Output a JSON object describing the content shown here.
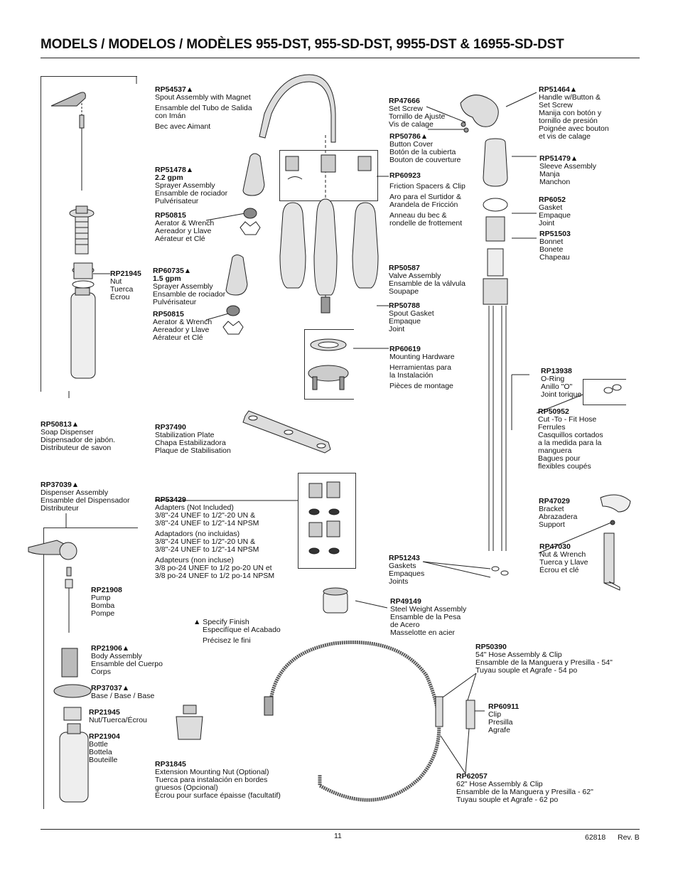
{
  "title": "MODELS / MODELOS / MODÈLES 955-DST, 955-SD-DST, 9955-DST & 16955-SD-DST",
  "labels": {
    "rp54537": {
      "pn": "RP54537▲",
      "l1": "Spout Assembly with Magnet",
      "l2": "Ensamble del Tubo de Salida",
      "l3": "con Imán",
      "l4": "Bec avec Aimant"
    },
    "rp51478": {
      "pn": "RP51478▲",
      "l1": "2.2 gpm",
      "l2": "Sprayer Assembly",
      "l3": "Ensamble de rociador",
      "l4": "Pulvérisateur"
    },
    "rp50815a": {
      "pn": "RP50815",
      "l1": "Aerator & Wrench",
      "l2": "Aereador y Llave",
      "l3": "Aérateur et Clé"
    },
    "rp60735": {
      "pn": "RP60735▲",
      "l1": "1.5 gpm",
      "l2": "Sprayer Assembly",
      "l3": "Ensamble de rociador",
      "l4": "Pulvérisateur"
    },
    "rp50815b": {
      "pn": "RP50815",
      "l1": "Aerator & Wrench",
      "l2": "Aereador y Llave",
      "l3": "Aérateur et Clé"
    },
    "rp21945a": {
      "pn": "RP21945",
      "l1": "Nut",
      "l2": "Tuerca",
      "l3": "Écrou"
    },
    "rp50813": {
      "pn": "RP50813▲",
      "l1": "Soap Dispenser",
      "l2": "Dispensador de jabón.",
      "l3": "Distributeur de savon"
    },
    "rp37039": {
      "pn": "RP37039▲",
      "l1": "Dispenser Assembly",
      "l2": "Ensamble del Dispensador",
      "l3": "Distributeur"
    },
    "rp21908": {
      "pn": "RP21908",
      "l1": "Pump",
      "l2": "Bomba",
      "l3": "Pompe"
    },
    "rp21906": {
      "pn": "RP21906▲",
      "l1": "Body Assembly",
      "l2": "Ensamble del Cuerpo",
      "l3": "Corps"
    },
    "rp37037": {
      "pn": "RP37037▲",
      "l1": "Base / Base / Base"
    },
    "rp21945b": {
      "pn": "RP21945",
      "l1": "Nut/Tuerca/Écrou"
    },
    "rp21904": {
      "pn": "RP21904",
      "l1": "Bottle",
      "l2": "Bottela",
      "l3": "Bouteille"
    },
    "rp47666": {
      "pn": "RP47666",
      "l1": "Set Screw",
      "l2": "Tornillo de Ajuste",
      "l3": "Vis de calage"
    },
    "rp50786": {
      "pn": "RP50786▲",
      "l1": "Button Cover",
      "l2": "Botón de la cubierta",
      "l3": "Bouton de couverture"
    },
    "rp60923": {
      "pn": "RP60923",
      "l1": "Friction Spacers & Clip",
      "l2": "Aro para el Surtidor &",
      "l3": "Arandela de Fricción",
      "l4": "Anneau du bec &",
      "l5": "rondelle de frottement"
    },
    "rp50587": {
      "pn": "RP50587",
      "l1": "Valve Assembly",
      "l2": "Ensamble de la válvula",
      "l3": "Soupape"
    },
    "rp50788": {
      "pn": "RP50788",
      "l1": "Spout Gasket",
      "l2": "Empaque",
      "l3": "Joint"
    },
    "rp60619": {
      "pn": "RP60619",
      "l1": "Mounting Hardware",
      "l2": "Herramientas para",
      "l3": "la Instalación",
      "l4": "Pièces de montage"
    },
    "rp37490": {
      "pn": "RP37490",
      "l1": "Stabilization Plate",
      "l2": "Chapa Estabilizadora",
      "l3": "Plaque de Stabilisation"
    },
    "rp53429": {
      "pn": "RP53429",
      "l1": "Adapters (Not Included)",
      "l2": "3/8\"-24 UNEF to 1/2\"-20 UN &",
      "l3": "3/8\"-24 UNEF to 1/2\"-14 NPSM",
      "l4": "Adaptadors (no incluidas)",
      "l5": "3/8\"-24 UNEF to 1/2\"-20 UN &",
      "l6": "3/8\"-24 UNEF to 1/2\"-14 NPSM",
      "l7": "Adapteurs (non incluse)",
      "l8": "3/8 po-24 UNEF to 1/2 po-20 UN et",
      "l9": "3/8 po-24 UNEF to 1/2 po-14 NPSM"
    },
    "finish": {
      "l1": "▲ Specify Finish",
      "l2": "Especifíque el Acabado",
      "l3": "Précisez le fini"
    },
    "rp51243": {
      "pn": "RP51243",
      "l1": "Gaskets",
      "l2": "Empaques",
      "l3": "Joints"
    },
    "rp49149": {
      "pn": "RP49149",
      "l1": "Steel Weight Assembly",
      "l2": "Ensamble de la Pesa",
      "l3": "de Acero",
      "l4": "Masselotte en acier"
    },
    "rp31845": {
      "pn": "RP31845",
      "l1": "Extension Mounting Nut (Optional)",
      "l2": "Tuerca para instalación en bordes",
      "l3": "gruesos (Opcional)",
      "l4": "Écrou pour surface épaisse (facultatif)"
    },
    "rp51464": {
      "pn": "RP51464▲",
      "l1": "Handle w/Button &",
      "l2": "Set Screw",
      "l3": "Manija con botón y",
      "l4": "tornillo de presión",
      "l5": "Poignée avec bouton",
      "l6": "et vis de calage"
    },
    "rp51479": {
      "pn": "RP51479▲",
      "l1": "Sleeve Assembly",
      "l2": "Manja",
      "l3": "Manchon"
    },
    "rp6052": {
      "pn": "RP6052",
      "l1": "Gasket",
      "l2": "Empaque",
      "l3": "Joint"
    },
    "rp51503": {
      "pn": "RP51503",
      "l1": "Bonnet",
      "l2": "Bonete",
      "l3": "Chapeau"
    },
    "rp13938": {
      "pn": "RP13938",
      "l1": "O-Ring",
      "l2": "Anillo \"O\"",
      "l3": "Joint torique"
    },
    "rp50952": {
      "pn": "RP50952",
      "l1": "Cut -To - Fit Hose",
      "l2": "Ferrules",
      "l3": "Casquillos cortados",
      "l4": "a la medida para la",
      "l5": "manguera",
      "l6": "Bagues pour",
      "l7": "flexibles coupés"
    },
    "rp47029": {
      "pn": "RP47029",
      "l1": "Bracket",
      "l2": "Abrazadera",
      "l3": "Support"
    },
    "rp47030": {
      "pn": "RP47030",
      "l1": "Nut & Wrench",
      "l2": "Tuerca y Llave",
      "l3": "Écrou et clé"
    },
    "rp50390": {
      "pn": "RP50390",
      "l1": "54\" Hose Assembly & Clip",
      "l2": "Ensamble de la Manguera y Presilla - 54\"",
      "l3": "Tuyau souple et Agrafe - 54 po"
    },
    "rp60911": {
      "pn": "RP60911",
      "l1": "Clip",
      "l2": "Presilla",
      "l3": "Agrafe"
    },
    "rp62057": {
      "pn": "RP62057",
      "l1": "62\" Hose Assembly & Clip",
      "l2": "Ensamble de la Manguera y Presilla - 62\"",
      "l3": "Tuyau souple et Agrafe - 62 po"
    }
  },
  "footer": {
    "page": "11",
    "doc": "62818",
    "rev": "Rev. B"
  }
}
